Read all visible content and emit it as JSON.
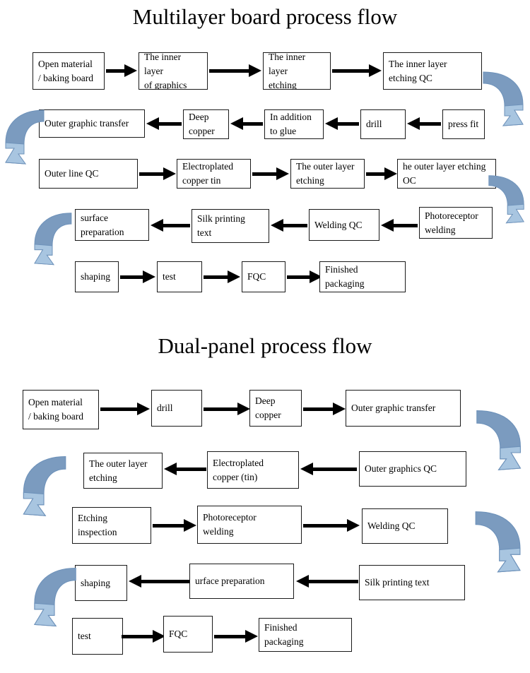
{
  "page": {
    "background_color": "#ffffff",
    "text_color": "#000000",
    "curve_dark_color": "#7B9BBF",
    "curve_light_color": "#A8C5E0",
    "curve_stroke_color": "#6E92BA"
  },
  "charts": [
    {
      "id": "multilayer",
      "title": "Multilayer board process flow",
      "rows": [
        {
          "direction": "right",
          "nodes": [
            {
              "label": "Open  material\n/ baking board"
            },
            {
              "label": "The inner layer\nof graphics"
            },
            {
              "label": "The inner layer\netching"
            },
            {
              "label": "The inner layer\netching QC"
            }
          ]
        },
        {
          "direction": "left",
          "nodes": [
            {
              "label": "Outer graphic transfer"
            },
            {
              "label": "Deep\ncopper"
            },
            {
              "label": "In   addition\nto glue"
            },
            {
              "label": "drill"
            },
            {
              "label": "press fit"
            }
          ]
        },
        {
          "direction": "right",
          "nodes": [
            {
              "label": "Outer line QC"
            },
            {
              "label": "Electroplated\ncopper tin"
            },
            {
              "label": "The  outer  layer\netching"
            },
            {
              "label": "he outer layer etching\nOC"
            }
          ]
        },
        {
          "direction": "left",
          "nodes": [
            {
              "label": "surface\npreparation"
            },
            {
              "label": "Silk printing\ntext"
            },
            {
              "label": "Welding QC"
            },
            {
              "label": "Photoreceptor\nwelding"
            }
          ]
        },
        {
          "direction": "right",
          "nodes": [
            {
              "label": "shaping"
            },
            {
              "label": "test"
            },
            {
              "label": "FQC"
            },
            {
              "label": "Finished\npackaging"
            }
          ]
        }
      ]
    },
    {
      "id": "dual-panel",
      "title": "Dual-panel process flow",
      "rows": [
        {
          "direction": "right",
          "nodes": [
            {
              "label": "Open  material\n/ baking board"
            },
            {
              "label": "drill"
            },
            {
              "label": "Deep\ncopper"
            },
            {
              "label": "Outer graphic transfer"
            }
          ]
        },
        {
          "direction": "left",
          "nodes": [
            {
              "label": "The  outer  layer\netching"
            },
            {
              "label": "Electroplated\ncopper (tin)"
            },
            {
              "label": "Outer graphics QC"
            }
          ]
        },
        {
          "direction": "right",
          "nodes": [
            {
              "label": "Etching\ninspection"
            },
            {
              "label": "Photoreceptor\nwelding"
            },
            {
              "label": "Welding QC"
            }
          ]
        },
        {
          "direction": "left",
          "nodes": [
            {
              "label": "shaping"
            },
            {
              "label": "urface preparation"
            },
            {
              "label": "Silk printing text"
            }
          ]
        },
        {
          "direction": "right",
          "nodes": [
            {
              "label": "test"
            },
            {
              "label": "FQC"
            },
            {
              "label": "Finished\npackaging"
            }
          ]
        }
      ]
    }
  ]
}
